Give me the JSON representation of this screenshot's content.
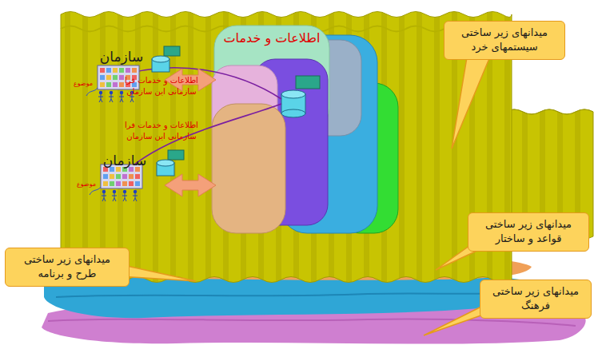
{
  "diagram": {
    "nodes": [
      {
        "text": [
          "میدانهای زیر ساختی سیستمهای خرد"
        ]
      },
      {
        "text": [
          "میدانهای زیر ساختی قواعد و ساختار"
        ]
      },
      {
        "text": [
          "میدانهای زیر ساختی طرح و برنامه"
        ]
      },
      {
        "text": [
          "میدانهای زیر ساختی فرهنگ"
        ]
      },
      {
        "text": [
          "اطلاعات و خدمات"
        ]
      }
    ],
    "labels": [
      "سازمان",
      "اطلاعات و خدمات فرا سازمانی این سازمان",
      "موضوع",
      "سازمان",
      "اطلاعات و خدمات فرا سازمانی این سازمان",
      "موضوع"
    ]
  }
}
